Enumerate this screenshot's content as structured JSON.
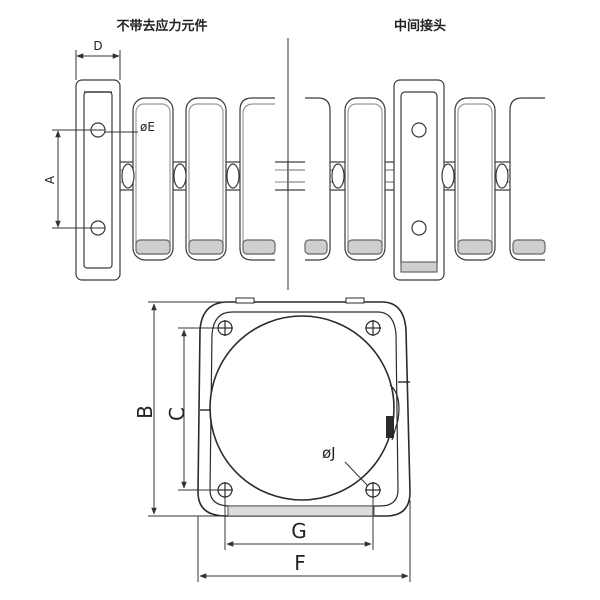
{
  "titles": {
    "left": "不带去应力元件",
    "right": "中间接头"
  },
  "dimensions": {
    "D": "D",
    "A": "A",
    "E": "øE",
    "B": "B",
    "C": "C",
    "G": "G",
    "F": "F",
    "J": "øJ"
  },
  "colors": {
    "line": "#3a3a3a",
    "fill": "#ffffff",
    "shade": "#9a9a9a",
    "dark": "#2a2a2a"
  }
}
